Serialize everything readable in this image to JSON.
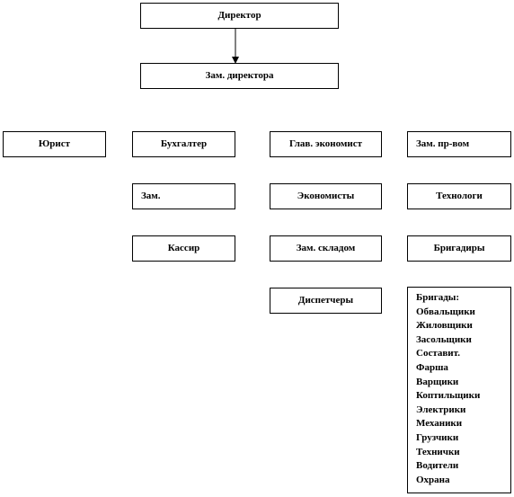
{
  "chart": {
    "director": "Директор",
    "deputy_director": "Зам. директора",
    "lawyer": "Юрист",
    "accountant": "Бухгалтер",
    "deputy_accountant": "Зам.",
    "cashier": "Кассир",
    "chief_economist": "Глав. экономист",
    "economists": "Экономисты",
    "deputy_warehouse": "Зам. складом",
    "dispatchers": "Диспетчеры",
    "deputy_production": "Зам. пр-вом",
    "technologists": "Технологи",
    "foremen": "Бригадиры",
    "brigades": [
      "Бригады:",
      "Обвальщики",
      "Жиловщики",
      "Засольщики",
      "Составит.",
      "Фарша",
      "Варщики",
      "Коптильщики",
      "Электрики",
      "Механики",
      "Грузчики",
      "Технички",
      "Водители",
      "Охрана"
    ]
  }
}
